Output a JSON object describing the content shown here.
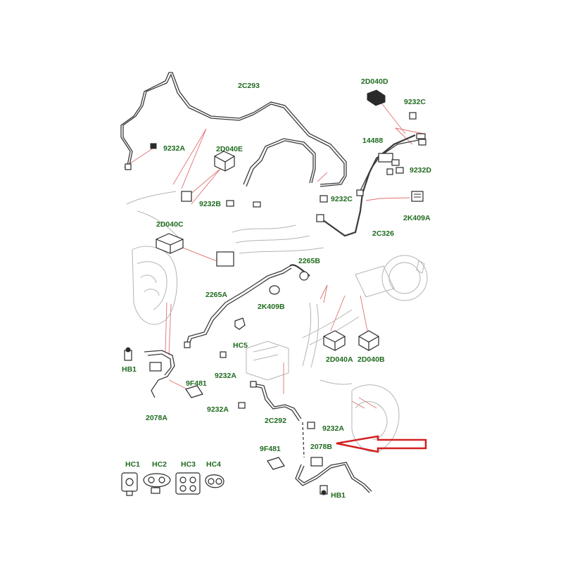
{
  "labels": {
    "l_2C293": "2C293",
    "l_2D040D": "2D040D",
    "l_9232C_top": "9232C",
    "l_14488": "14488",
    "l_9232D": "9232D",
    "l_9232A_1": "9232A",
    "l_2D040E": "2D040E",
    "l_9232B": "9232B",
    "l_9232C_mid": "9232C",
    "l_2K409A": "2K409A",
    "l_2D040C": "2D040C",
    "l_2C326": "2C326",
    "l_2265B": "2265B",
    "l_2K409B": "2K409B",
    "l_2265A": "2265A",
    "l_HC5": "HC5",
    "l_2D040A": "2D040A",
    "l_2D040B": "2D040B",
    "l_HB1_left": "HB1",
    "l_9F481_left": "9F481",
    "l_9232A_2": "9232A",
    "l_2078A": "2078A",
    "l_9232A_3": "9232A",
    "l_2C292": "2C292",
    "l_9232A_4": "9232A",
    "l_9F481_right": "9F481",
    "l_2078B": "2078B",
    "l_HB1_right": "HB1",
    "l_HC1": "HC1",
    "l_HC2": "HC2",
    "l_HC3": "HC3",
    "l_HC4": "HC4"
  },
  "colors": {
    "label_text": "#1f6b1f",
    "leader_lines": "#e07070",
    "highlight_arrow": "#d42020",
    "line_art": "#3a3a3a",
    "background": "#ffffff"
  }
}
